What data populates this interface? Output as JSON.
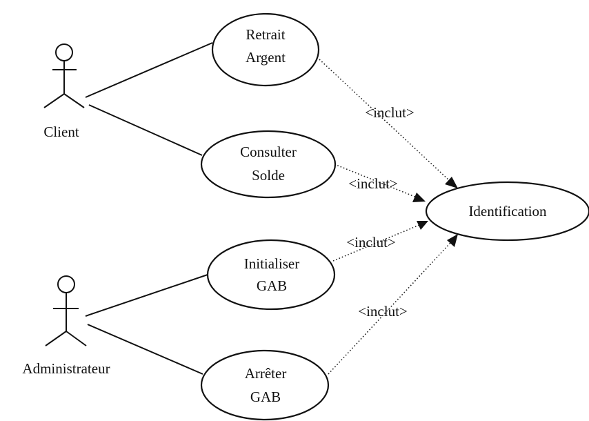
{
  "actors": {
    "client": "Client",
    "admin": "Administrateur"
  },
  "use_cases": {
    "retrait": [
      "Retrait",
      "Argent"
    ],
    "consulter": [
      "Consulter",
      "Solde"
    ],
    "initialiser": [
      "Initialiser",
      "GAB"
    ],
    "arreter": [
      "Arrêter",
      "GAB"
    ],
    "identification": "Identification"
  },
  "relations": {
    "include_label": "<inclut>"
  }
}
